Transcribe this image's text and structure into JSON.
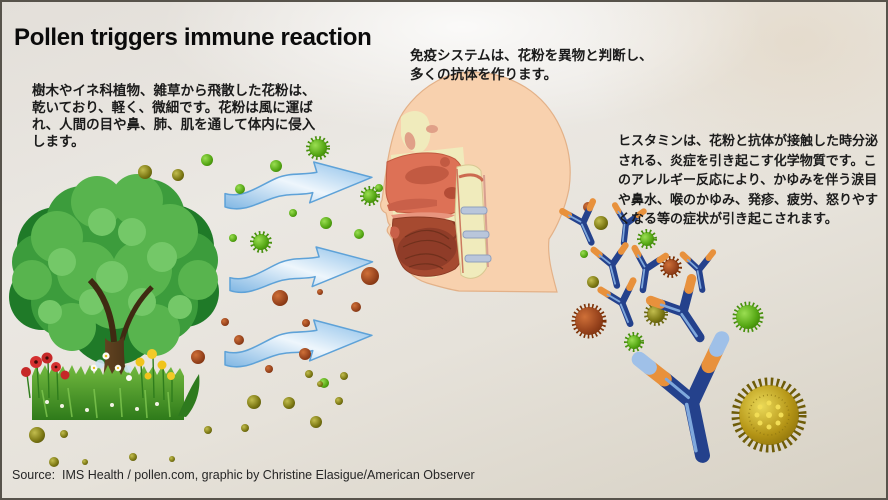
{
  "title": "Pollen triggers immune reaction",
  "captions": {
    "dispersal": "樹木やイネ科植物、雑草から飛散した花粉は、\n乾いており、軽く、微細です。花粉は風に運ば\nれ、人間の目や鼻、肺、肌を通して体内に侵入\nします。",
    "immune_response": "免疫システムは、花粉を異物と判断し、\n多くの抗体を作ります。",
    "histamine": "ヒスタミンは、花粉と抗体が接触した時分泌\nされる、炎症を引き起こす化学物質です。こ\nのアレルギー反応により、かゆみを伴う涙目\nや鼻水、喉のかゆみ、発疹、疲労、怒りやす\nくなる等の症状が引き起こされます。"
  },
  "source_credit": "Source:  IMS Health / pollen.com, graphic by Christine Elasigue/American Observer",
  "figures": {
    "tree": "pollen-producing tree with flowers and grass",
    "wind_arrows": "three blue arrows showing wind carrying pollen to the face",
    "head": "human head cross-section showing nasal passages, mouth and throat",
    "antibodies": "Y-shaped blue antibodies with orange tips",
    "pollen": "scattered pollen particles"
  },
  "colors": {
    "background": "#e7e3dc",
    "arrow_blue": "#8fc0e8",
    "antibody_navy": "#24418c",
    "antibody_orange": "#e8913c",
    "pollen_green": "#62b322",
    "pollen_olive": "#8f8b1e",
    "pollen_rust": "#a04a20",
    "pollen_yellow": "#c0a018",
    "skin": "#f8d1ae",
    "foliage": "#3c9c3c"
  }
}
